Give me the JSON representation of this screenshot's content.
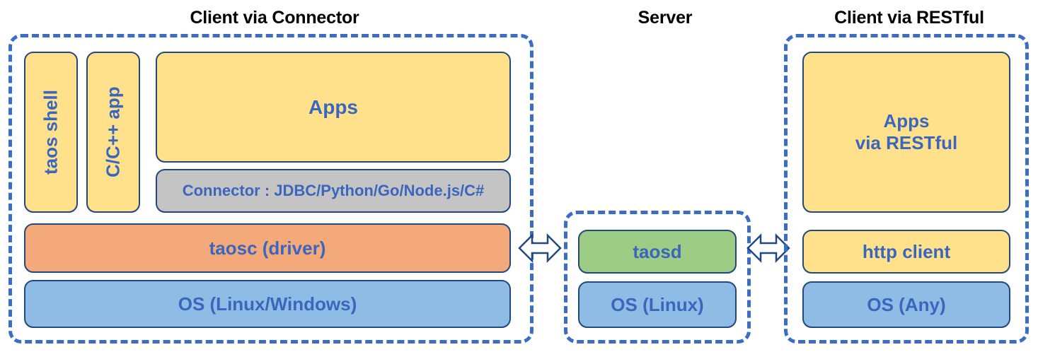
{
  "diagram": {
    "title_color": "#000000",
    "accent_dashed": "#3a6ec4",
    "box_border": "#21487f",
    "text_blue": "#3a66be",
    "palette": {
      "yellow": "#ffe08b",
      "orange": "#f4a97a",
      "blue": "#8ebce4",
      "green": "#9dcc84",
      "gray": "#c4c4c4",
      "white": "#ffffff"
    }
  },
  "sections": {
    "client_connector": {
      "title": "Client via Connector",
      "boxes": {
        "taos_shell": "taos shell",
        "c_cpp_app": "C/C++ app",
        "apps": "Apps",
        "connector": "Connector : JDBC/Python/Go/Node.js/C#",
        "taosc": "taosc (driver)",
        "os": "OS (Linux/Windows)"
      }
    },
    "server": {
      "title": "Server",
      "boxes": {
        "taosd": "taosd",
        "os": "OS (Linux)"
      }
    },
    "client_restful": {
      "title": "Client via RESTful",
      "boxes": {
        "apps": "Apps\nvia RESTful",
        "apps_line1": "Apps",
        "apps_line2": "via RESTful",
        "http_client": "http client",
        "os": "OS (Any)"
      }
    }
  },
  "connectors": [
    {
      "name": "taosc-to-taosd",
      "type": "bidirectional-arrow"
    },
    {
      "name": "taosd-to-http-client",
      "type": "bidirectional-arrow"
    }
  ]
}
